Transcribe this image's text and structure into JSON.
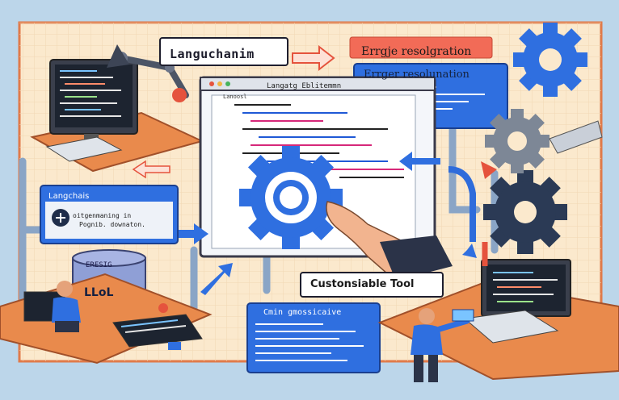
{
  "labels": {
    "langchain_top": "Languchanim",
    "error_top": "Errgje resolgration",
    "error_panel": "Errger resolunation",
    "window_title": "Langatg Eblitemmn",
    "tab_title": "Lanoosl",
    "langchain_side": "Langchais",
    "side_line1": "oitgenmaning in",
    "side_line2": "Pognib. downaton.",
    "db_label": "ERESIG",
    "llm_label": "LLoL",
    "tool_label": "Custonsiable Tool",
    "config_title": "Cmin gmossicaive"
  },
  "colors": {
    "background": "#bcd6ea",
    "board": "#fbe9cd",
    "desk": "#e98a4c",
    "accent_blue": "#2f6fe0",
    "gear_dark": "#2b3a55",
    "arrow_red": "#e5533d",
    "code_blue": "#1f59d6"
  },
  "icons": [
    "gear-icon",
    "arrow-icon",
    "monitor-icon",
    "database-icon",
    "robot-arm-icon",
    "hand-pointer-icon",
    "keyboard-icon"
  ]
}
